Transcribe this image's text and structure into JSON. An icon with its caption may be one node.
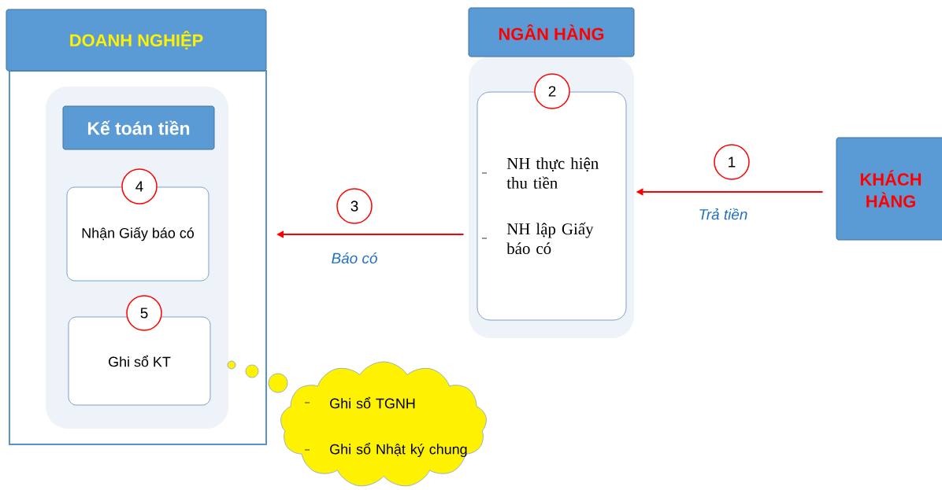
{
  "diagram": {
    "nodes": [
      {
        "text": [
          "DOANH NGHIỆP"
        ]
      },
      {
        "text": [
          "Kế toán tiền"
        ],
        "in": 0
      },
      {
        "text": [
          "4"
        ],
        "in": 1
      },
      {
        "text": [
          "Nhận Giấy báo có"
        ],
        "in": 1
      },
      {
        "text": [
          "5"
        ],
        "in": 1
      },
      {
        "text": [
          "Ghi sổ KT"
        ],
        "in": 1
      },
      {
        "text": [
          "NGÂN HÀNG"
        ]
      },
      {
        "text": [
          "2"
        ],
        "in": 6
      },
      {
        "text": [
          "NH thực hiện thu tiền",
          "NH lập Giấy báo có"
        ],
        "in": 6
      },
      {
        "text": [
          "KHÁCH HÀNG"
        ]
      },
      {
        "text": [
          "1"
        ]
      },
      {
        "text": [
          "3"
        ]
      },
      {
        "text": [
          "Ghi sổ TGNH",
          "Ghi sổ Nhật ký chung"
        ]
      }
    ],
    "edges": [
      {
        "from": 9,
        "to": 8,
        "arrow": "to",
        "label": "Trả tiền"
      },
      {
        "from": 8,
        "to": 0,
        "arrow": "to",
        "label": "Báo có"
      }
    ]
  }
}
